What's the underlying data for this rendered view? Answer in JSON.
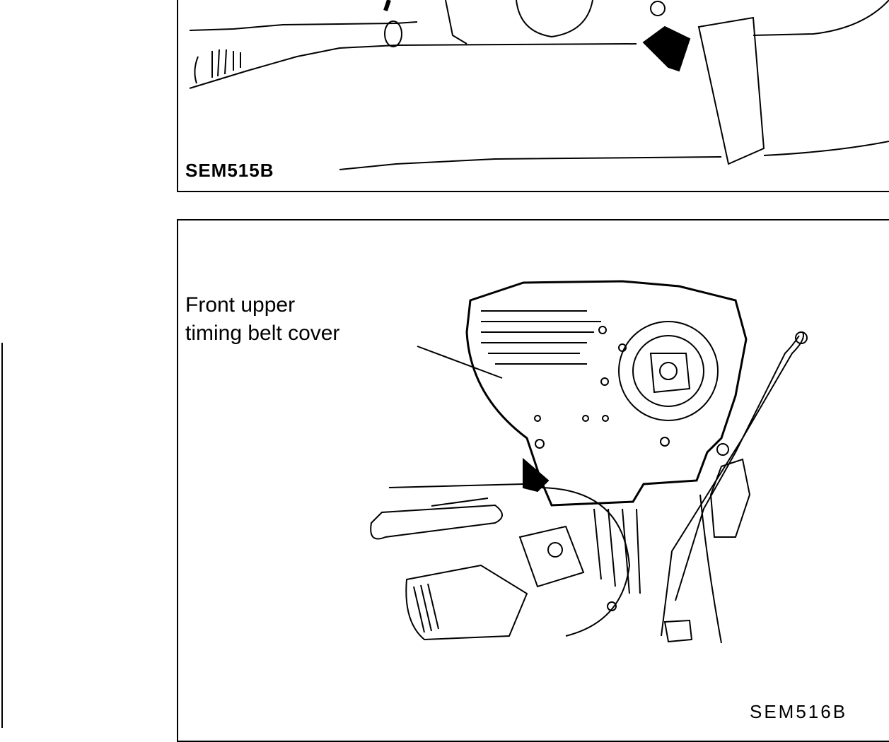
{
  "figures": [
    {
      "code": "SEM515B"
    },
    {
      "code": "SEM516B",
      "callout": {
        "line1": "Front upper",
        "line2": "timing belt cover"
      }
    }
  ],
  "colors": {
    "ink": "#000000",
    "paper": "#ffffff"
  }
}
